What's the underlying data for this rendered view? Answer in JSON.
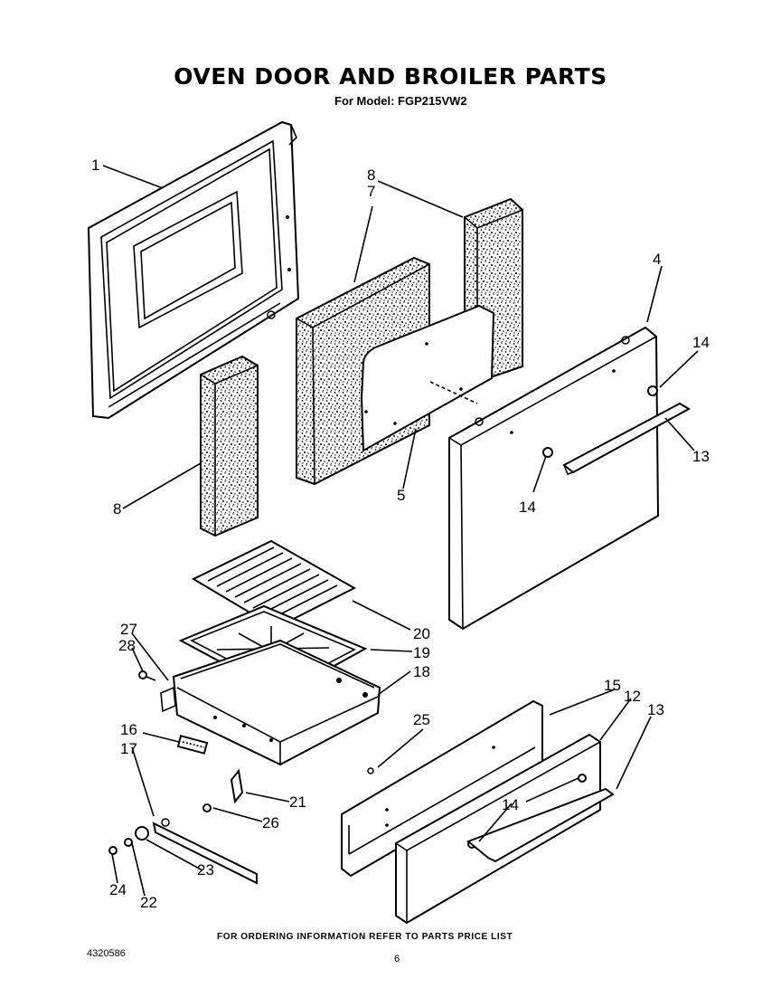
{
  "title": "OVEN DOOR AND BROILER PARTS",
  "subtitle": "For Model: FGP215VW2",
  "footer": "FOR ORDERING INFORMATION REFER TO PARTS PRICE LIST",
  "doc_number": "4320586",
  "page_number": "6",
  "labels": {
    "p1": "1",
    "p8a": "8",
    "p7": "7",
    "p4": "4",
    "p14a": "14",
    "p13a": "13",
    "p8b": "8",
    "p5": "5",
    "p14b": "14",
    "p20": "20",
    "p27": "27",
    "p28": "28",
    "p19": "19",
    "p18": "18",
    "p15": "15",
    "p12": "12",
    "p13b": "13",
    "p25": "25",
    "p16": "16",
    "p17": "17",
    "p14c": "14",
    "p21": "21",
    "p26": "26",
    "p23": "23",
    "p24": "24",
    "p22": "22"
  }
}
